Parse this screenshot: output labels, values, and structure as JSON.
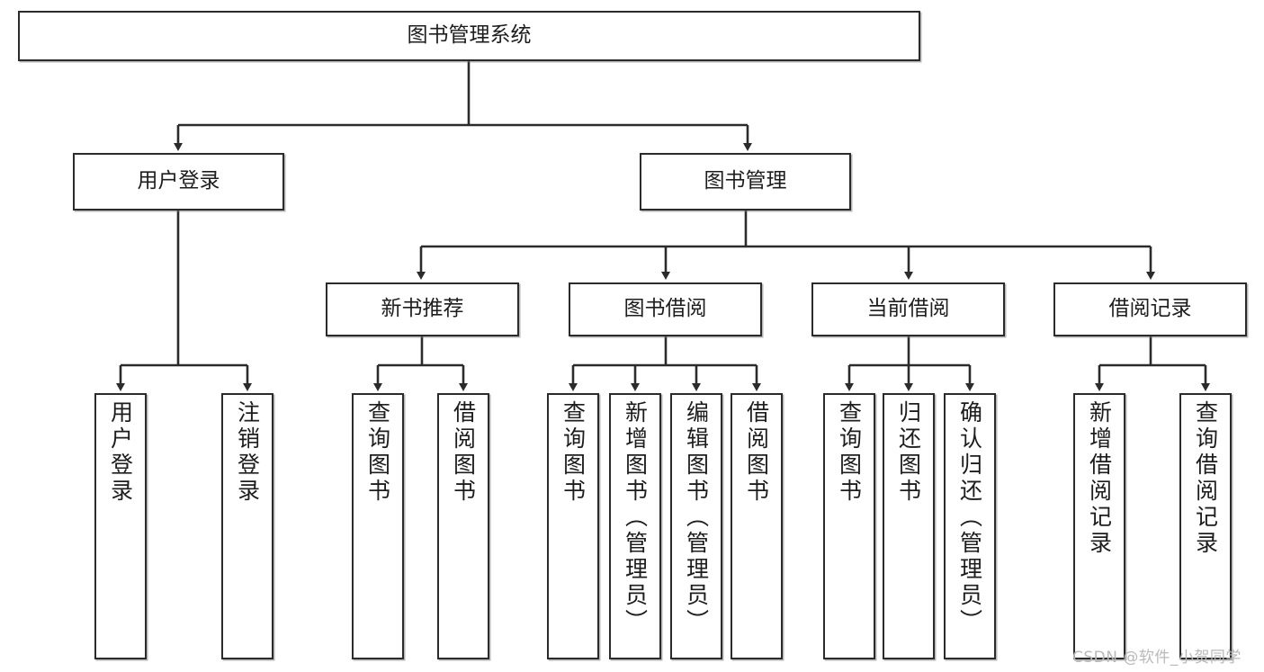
{
  "diagram": {
    "title": "图书管理系统",
    "type": "tree-hierarchy",
    "watermark": "CSDN @软件_小贺同学",
    "colors": {
      "stroke": "#2b2b2b",
      "fill": "#ffffff",
      "text": "#1d1d1d",
      "watermark": "#b9b9b9"
    },
    "nodes": {
      "root": {
        "label": "图书管理系统"
      },
      "level2": [
        {
          "id": "user-login",
          "label": "用户登录"
        },
        {
          "id": "book-manage",
          "label": "图书管理"
        }
      ],
      "level3": [
        {
          "id": "new-book-recommend",
          "label": "新书推荐"
        },
        {
          "id": "book-borrow",
          "label": "图书借阅"
        },
        {
          "id": "current-borrow",
          "label": "当前借阅"
        },
        {
          "id": "borrow-record",
          "label": "借阅记录"
        }
      ],
      "leaves": {
        "user-login": [
          {
            "id": "leaf-user-login",
            "label": "用户登录"
          },
          {
            "id": "leaf-logout",
            "label": "注销登录"
          }
        ],
        "new-book-recommend": [
          {
            "id": "leaf-query-book-1",
            "label": "查询图书"
          },
          {
            "id": "leaf-borrow-book-1",
            "label": "借阅图书"
          }
        ],
        "book-borrow": [
          {
            "id": "leaf-query-book-2",
            "label": "查询图书"
          },
          {
            "id": "leaf-add-book",
            "label": "新增图书（管理员）"
          },
          {
            "id": "leaf-edit-book",
            "label": "编辑图书（管理员）"
          },
          {
            "id": "leaf-borrow-book-2",
            "label": "借阅图书"
          }
        ],
        "current-borrow": [
          {
            "id": "leaf-query-book-3",
            "label": "查询图书"
          },
          {
            "id": "leaf-return-book",
            "label": "归还图书"
          },
          {
            "id": "leaf-confirm-return",
            "label": "确认归还（管理员）"
          }
        ],
        "borrow-record": [
          {
            "id": "leaf-add-record",
            "label": "新增借阅记录"
          },
          {
            "id": "leaf-query-record",
            "label": "查询借阅记录"
          }
        ]
      }
    }
  }
}
